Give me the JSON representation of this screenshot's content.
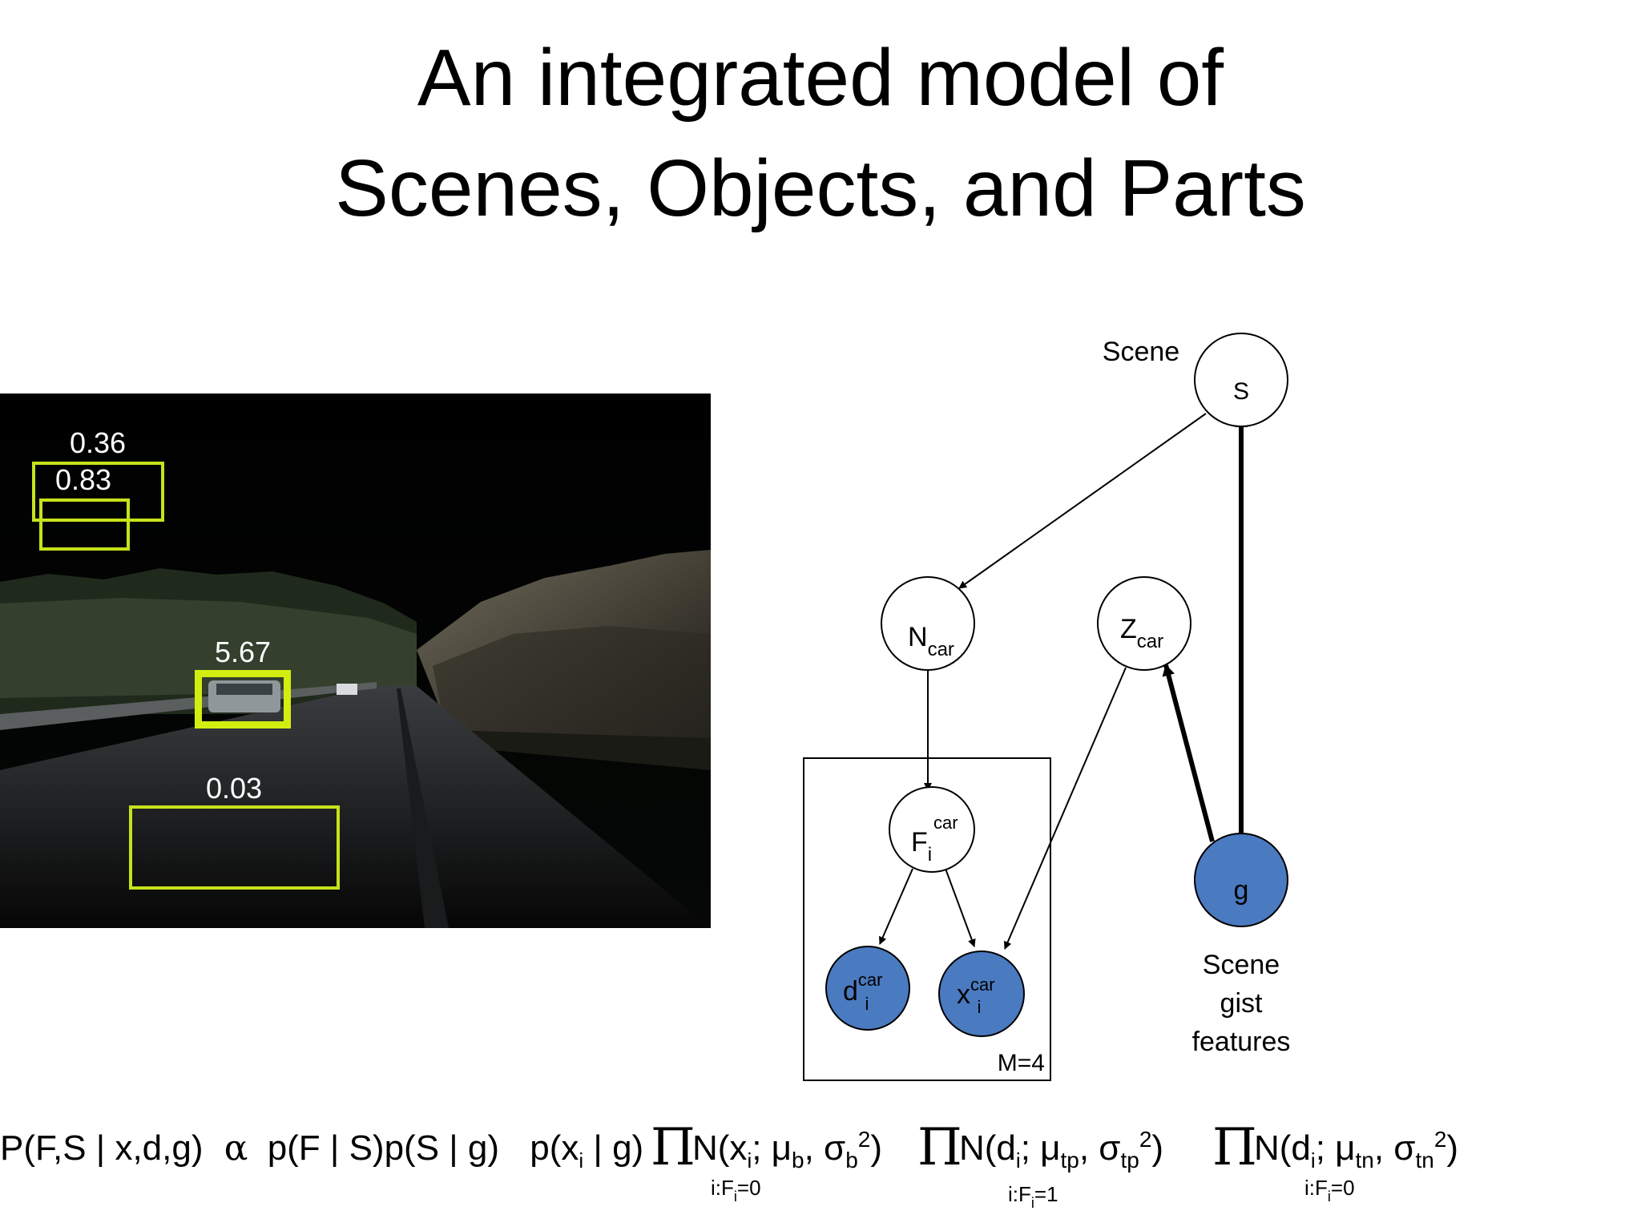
{
  "title": {
    "line1": "An integrated model of",
    "line2": "Scenes, Objects, and Parts"
  },
  "photo": {
    "detections": [
      {
        "score": "0.36"
      },
      {
        "score": "0.83"
      },
      {
        "score": "5.67"
      },
      {
        "score": "0.03"
      }
    ],
    "box_color": "#c6e21a"
  },
  "diagram": {
    "nodes": {
      "scene": {
        "label": "S"
      },
      "ncar": {
        "main": "N",
        "sub": "car"
      },
      "zcar": {
        "main": "Z",
        "sub": "car"
      },
      "f": {
        "main": "F",
        "sub": "i",
        "sup": "car"
      },
      "d": {
        "main": "d",
        "sub": "i",
        "sup": "car"
      },
      "x": {
        "main": "x",
        "sub": "i",
        "sup": "car"
      },
      "g": {
        "label": "g"
      }
    },
    "scene_label": "Scene",
    "gist_label": [
      "Scene",
      "gist",
      "features"
    ],
    "plate_label": "M=4",
    "observed_color": "#4a7ac0"
  },
  "formula": {
    "lhs": "P(F,S | x,d,g)",
    "alpha": "α",
    "prior": "p(F | S)p(S | g)",
    "px": "p(x",
    "px_sub": "i",
    "px_end": " | g)",
    "pi": "Π",
    "term1": {
      "N": "N(x",
      "sub": "i",
      "mu": "; μ",
      "mu_sub": "b",
      "sigma": ", σ",
      "sigma_sub": "b",
      "sq": "2",
      "close": ")",
      "under": "i:F",
      "under_sub": "i",
      "under_val": "=0"
    },
    "term2": {
      "N": "N(d",
      "sub": "i",
      "mu": "; μ",
      "mu_sub": "tp",
      "sigma": ", σ",
      "sigma_sub": "tp",
      "sq": "2",
      "close": ")",
      "under": "i:F",
      "under_sub": "i",
      "under_val": "=1"
    },
    "term3": {
      "N": "N(d",
      "sub": "i",
      "mu": "; μ",
      "mu_sub": "tn",
      "sigma": ", σ",
      "sigma_sub": "tn",
      "sq": "2",
      "close": ")",
      "under": "i:F",
      "under_sub": "i",
      "under_val": "=0"
    }
  }
}
